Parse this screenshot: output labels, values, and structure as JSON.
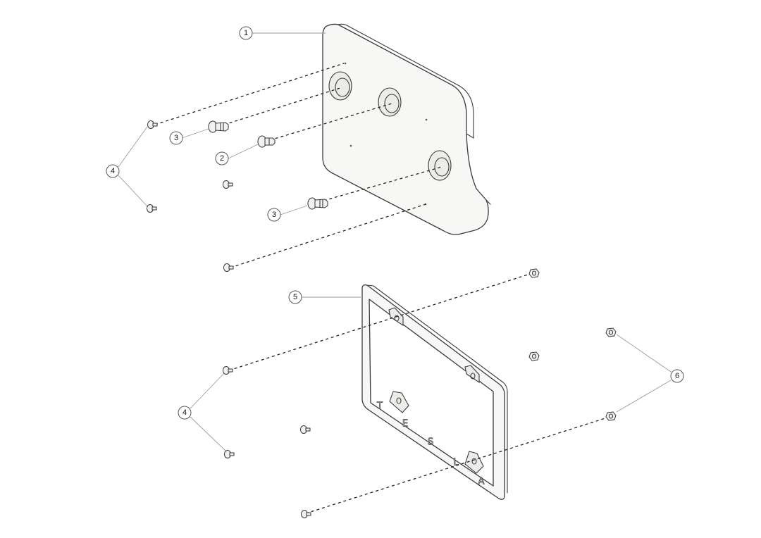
{
  "diagram": {
    "callouts": [
      {
        "id": "c1",
        "label": "1"
      },
      {
        "id": "c2",
        "label": "2"
      },
      {
        "id": "c3a",
        "label": "3"
      },
      {
        "id": "c3b",
        "label": "3"
      },
      {
        "id": "c4a",
        "label": "4"
      },
      {
        "id": "c4b",
        "label": "4"
      },
      {
        "id": "c5",
        "label": "5"
      },
      {
        "id": "c6",
        "label": "6"
      }
    ],
    "frame_letters": [
      "T",
      "E",
      "S",
      "L",
      "A"
    ]
  }
}
